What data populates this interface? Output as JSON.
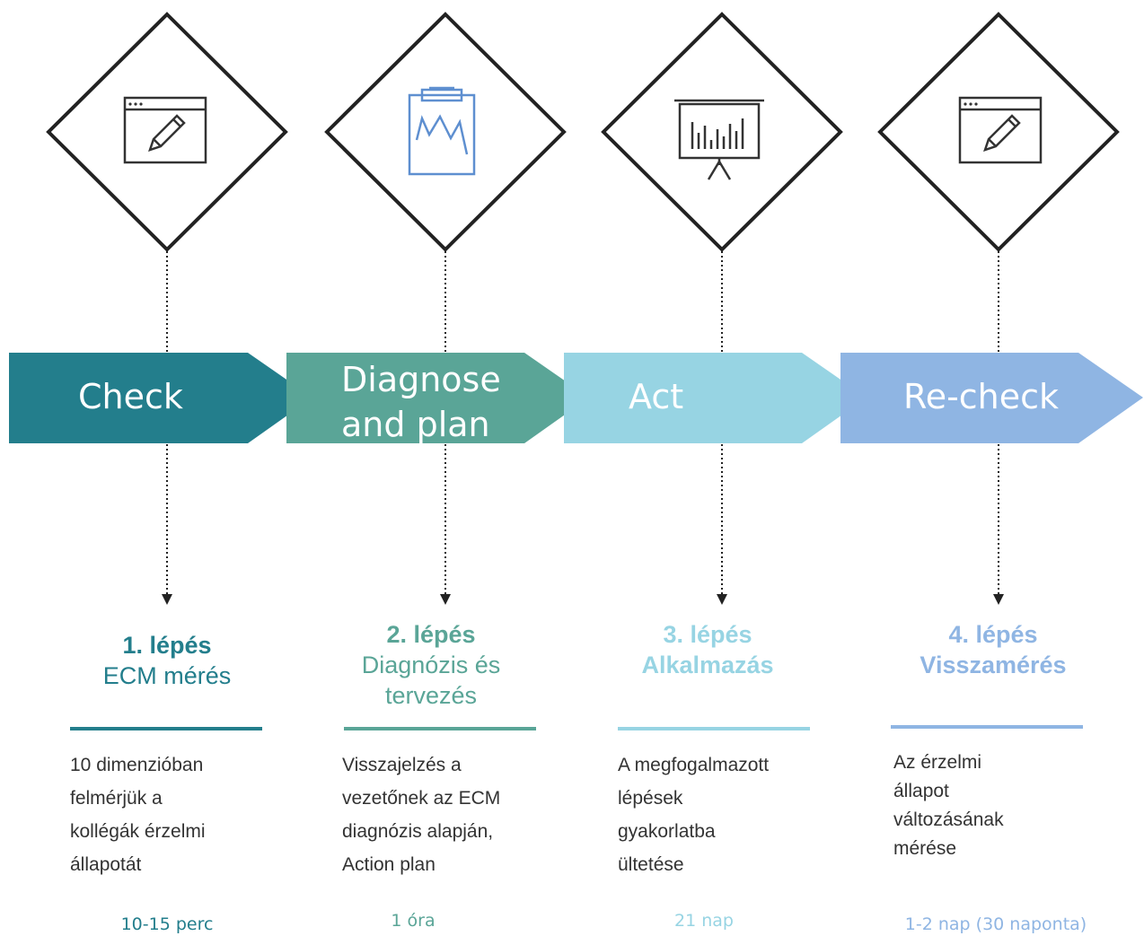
{
  "colors": {
    "check": "#237e8c",
    "diagnose": "#5aa597",
    "act": "#97d4e3",
    "recheck": "#8fb5e3",
    "clipboard_icon": "#5e8fd0",
    "outline": "#222222"
  },
  "steps": [
    {
      "icon": "browser-pencil-icon",
      "arrow_label": [
        "Check"
      ],
      "step": "1. lépés",
      "title": "ECM mérés",
      "description": "10 dimenzióban\nfelmérjük a\nkollégák érzelmi\nállapotát",
      "duration": "10-15 perc"
    },
    {
      "icon": "clipboard-chart-icon",
      "arrow_label": [
        "Diagnose",
        "and plan"
      ],
      "step": "2. lépés",
      "title": "Diagnózis és\ntervezés",
      "description": "Visszajelzés a\nvezetőnek az ECM\ndiagnózis alapján,\nAction plan",
      "duration": "1 óra"
    },
    {
      "icon": "presentation-board-icon",
      "arrow_label": [
        "Act"
      ],
      "step": "3. lépés",
      "title": "Alkalmazás",
      "description": "A megfogalmazott\nlépések\ngyakorlatba\nültetése",
      "duration": "21 nap"
    },
    {
      "icon": "browser-pencil-icon",
      "arrow_label": [
        "Re-check"
      ],
      "step": "4. lépés",
      "title": "Visszamérés",
      "description": "Az érzelmi\nállapot\nváltozásának\nmérése",
      "duration": "1-2 nap (30 naponta)"
    }
  ]
}
